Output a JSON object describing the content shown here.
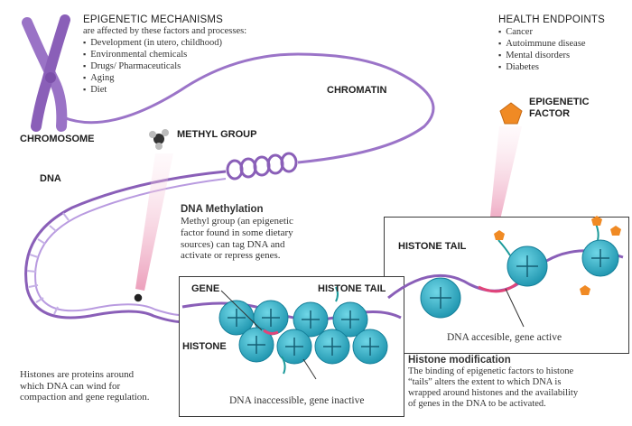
{
  "mechanisms": {
    "title": "EPIGENETIC MECHANISMS",
    "subtitle": "are affected by these factors and processes:",
    "items": [
      "Development (in utero, childhood)",
      "Environmental chemicals",
      "Drugs/ Pharmaceuticals",
      "Aging",
      "Diet"
    ]
  },
  "health": {
    "title": "HEALTH ENDPOINTS",
    "items": [
      "Cancer",
      "Autoimmune disease",
      "Mental disorders",
      "Diabetes"
    ]
  },
  "labels": {
    "chromatin": "CHROMATIN",
    "chromosome": "CHROMOSOME",
    "methyl_group": "METHYL GROUP",
    "epigenetic_factor_line1": "EPIGENETIC",
    "epigenetic_factor_line2": "FACTOR",
    "dna": "DNA",
    "histone_tail_right": "HISTONE TAIL",
    "gene": "GENE",
    "histone_tail_left": "HISTONE TAIL",
    "histone": "HISTONE"
  },
  "methylation": {
    "title": "DNA Methylation",
    "lines": [
      "Methyl group (an epigenetic",
      "factor found in some dietary",
      "sources) can tag DNA and",
      "activate or repress genes."
    ]
  },
  "captions": {
    "active": "DNA accesible, gene active",
    "inactive": "DNA inaccessible, gene inactive"
  },
  "histones_note": {
    "lines": [
      "Histones are proteins around",
      "which DNA can wind for",
      "compaction and gene regulation."
    ]
  },
  "modification": {
    "title": "Histone modification",
    "lines": [
      "The binding of epigenetic factors to histone",
      "“tails” alters the extent to which DNA is",
      "wrapped around histones and the availability",
      "of genes in the DNA to be activated."
    ]
  },
  "colors": {
    "dna_purple": "#8a5fb8",
    "histone_teal": "#2bb3c8",
    "factor_orange": "#f08a24",
    "arrow_pink": "#f2b8cc"
  }
}
